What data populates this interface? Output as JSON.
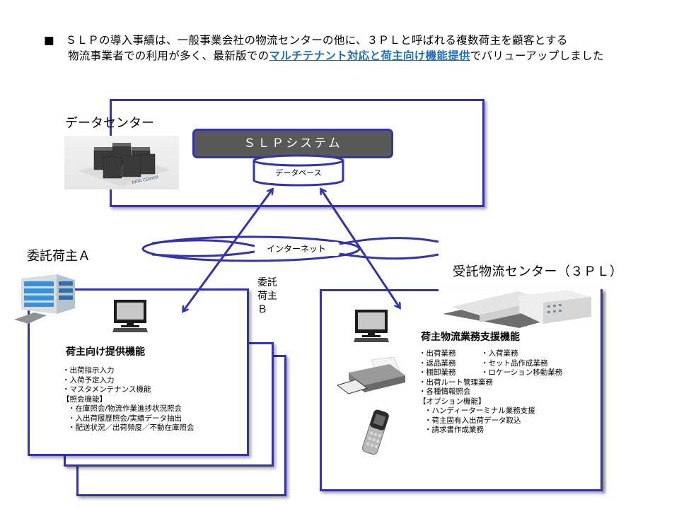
{
  "headline": {
    "bullet": "■",
    "line1": "ＳＬＰの導入事績は、一般事業会社の物流センターの他に、３ＰＬと呼ばれる複数荷主を顧客とする",
    "line2_pre": "物流事業者での利用が多く、最新版での",
    "line2_highlight": "マルチテナント対応と荷主向け機能提供",
    "line2_post": "でバリューアップしました"
  },
  "colors": {
    "border": "#3333aa",
    "highlight": "#1f6fb8",
    "system_fill": "#595959"
  },
  "data_center": {
    "label": "データセンター",
    "image_caption": "DATA CENTER",
    "system_label": "ＳＬＰシステム",
    "database_label": "データベース"
  },
  "network": {
    "label": "インターネット"
  },
  "shipper_a": {
    "label": "委託荷主Ａ",
    "shipper_b_label": [
      "委託",
      "荷主",
      "Ｂ"
    ],
    "function_title": "荷主向け提供機能",
    "items": [
      "・出荷指示入力",
      "・入荷予定入力",
      "・マスタメンテナンス機能",
      "【照会機能】"
    ],
    "sub_items": [
      "・在庫照会/物流作業進捗状況照会",
      "・入出荷履歴照会/実績データ抽出",
      "・配送状況／出荷頻度／不動在庫照会"
    ]
  },
  "logistics_center": {
    "label": "受託物流センター（３ＰＬ）",
    "function_title": "荷主物流業務支援機能",
    "pairs": [
      [
        "・出荷業務",
        "・入荷業務"
      ],
      [
        "・返品業務",
        "・セット品作成業務"
      ],
      [
        "・棚卸業務",
        "・ロケーション移動業務"
      ]
    ],
    "items": [
      "・出荷ルート管理業務",
      "・各種情報照会",
      "【オプション機能】"
    ],
    "option_items": [
      "・ハンディーターミナル業務支援",
      "・荷主固有入出荷データ取込",
      "・請求書作成業務"
    ]
  }
}
